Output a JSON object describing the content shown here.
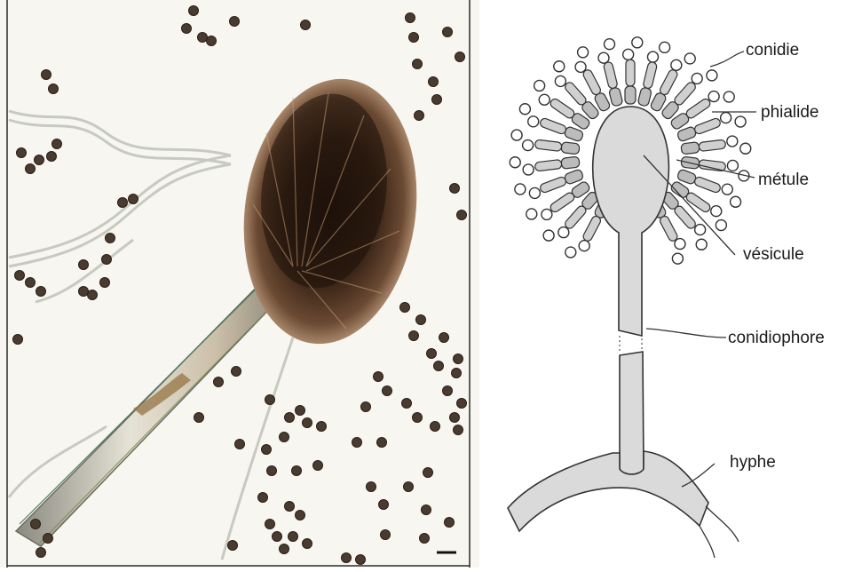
{
  "photo": {
    "subject": "aspergillus-conidiophore-micrograph",
    "colors": {
      "background": "#f7f6f0",
      "head": "#3a2416",
      "spore": "#4a3b30",
      "hyphae": "#a9b0a4"
    }
  },
  "diagram": {
    "labels": {
      "conidie": "conidie",
      "phialide": "phialide",
      "metule": "métule",
      "vesicule": "vésicule",
      "conidiophore": "conidiophore",
      "hyphe": "hyphe"
    },
    "colors": {
      "fill": "#dadada",
      "stroke": "#333333"
    }
  }
}
